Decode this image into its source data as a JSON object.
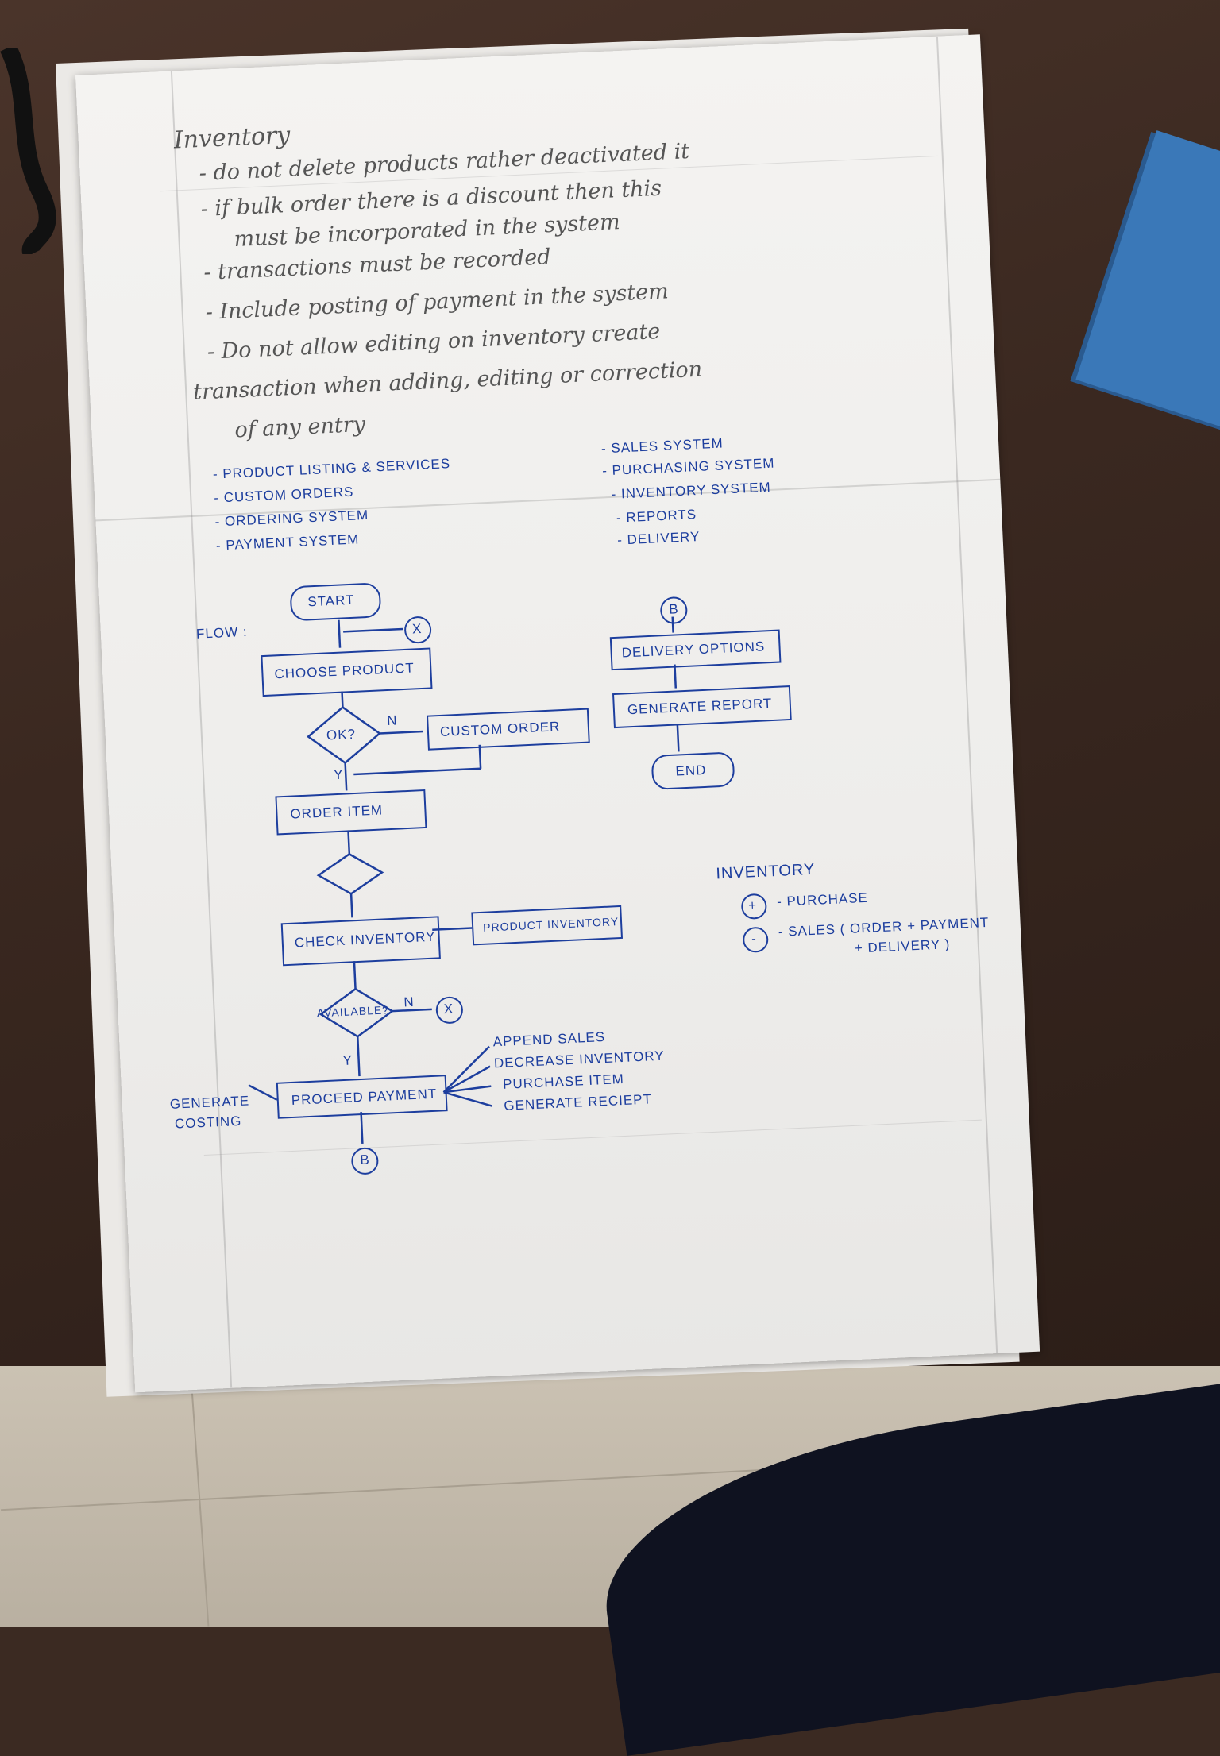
{
  "notes": {
    "title": "Inventory",
    "lines": [
      "- do not delete products rather deactivated it",
      "- if bulk order there is a discount then this",
      "must be incorporated in the system",
      "- transactions must be recorded",
      "- Include posting of payment in the system",
      "- Do not allow editing on inventory create",
      "transaction when adding, editing or correction",
      "of any entry"
    ]
  },
  "systems": {
    "left": [
      "PRODUCT LISTING & SERVICES",
      "CUSTOM ORDERS",
      "ORDERING SYSTEM",
      "PAYMENT SYSTEM"
    ],
    "right": [
      "SALES SYSTEM",
      "PURCHASING SYSTEM",
      "INVENTORY SYSTEM",
      "REPORTS",
      "DELIVERY"
    ]
  },
  "flow": {
    "label": "FLOW :",
    "start": "START",
    "connector_x": "X",
    "choose_product": "CHOOSE PRODUCT",
    "ok_decision": "OK?",
    "n_label": "N",
    "y_label": "Y",
    "custom_order": "CUSTOM ORDER",
    "order_item": "ORDER ITEM",
    "check_inventory": "CHECK INVENTORY",
    "product_inventory": "PRODUCT INVENTORY",
    "available": "AVAILABLE?",
    "proceed_payment": "PROCEED PAYMENT",
    "connector_b": "B",
    "generate_costing": [
      "GENERATE",
      "COSTING"
    ],
    "payment_actions": [
      "APPEND SALES",
      "DECREASE INVENTORY",
      "PURCHASE ITEM",
      "GENERATE RECIEPT"
    ],
    "delivery_options": "DELIVERY OPTIONS",
    "generate_report": "GENERATE REPORT",
    "end": "END"
  },
  "inventory_legend": {
    "title": "INVENTORY",
    "plus": "+",
    "minus": "-",
    "purchase": "- PURCHASE",
    "sales": "- SALES ( ORDER + PAYMENT",
    "sales_cont": "+ DELIVERY )"
  },
  "colors": {
    "ink": "#1d3e9e",
    "pencil": "#555555",
    "paper": "#f4f3f1"
  }
}
